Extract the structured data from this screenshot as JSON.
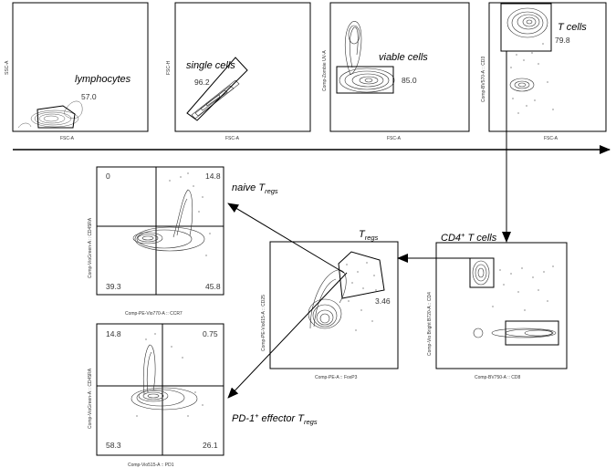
{
  "plots": [
    {
      "id": "lymphocytes",
      "x_axis": "FSC-A",
      "y_axis": "SSC-A",
      "gate_label": "lymphocytes",
      "percent": "57.0"
    },
    {
      "id": "single-cells",
      "x_axis": "FSC-A",
      "y_axis": "FSC-H",
      "gate_label": "single cells",
      "percent": "96.2"
    },
    {
      "id": "viable-cells",
      "x_axis": "FSC-A",
      "y_axis": "Comp-Zombie UV-A",
      "gate_label": "viable cells",
      "percent": "85.0"
    },
    {
      "id": "t-cells",
      "x_axis": "FSC-A",
      "y_axis": "Comp-BV570-A :: CD3",
      "gate_label": "T cells",
      "percent": "79.8"
    },
    {
      "id": "cd4-t-cells",
      "x_axis": "Comp-BV750-A :: CD8",
      "y_axis": "Comp-Vio Bright B720-A :: CD4",
      "gate_label": "CD4",
      "gate_label_sup": "+",
      "gate_label_suffix": " T cells"
    },
    {
      "id": "tregs",
      "x_axis": "Comp-PE-A :: FoxP3",
      "y_axis": "Comp-PE-Vio615-A :: CD25",
      "gate_label": "T",
      "gate_label_sub": "regs",
      "percent": "3.46"
    },
    {
      "id": "naive-tregs",
      "x_axis": "Comp-PE-Vio770-A :: CCR7",
      "y_axis": "Comp-VioGreen-A :: CD45RA",
      "gate_label": "naive T",
      "gate_label_sub": "regs",
      "quadrants": {
        "tl": "0",
        "tr": "14.8",
        "bl": "39.3",
        "br": "45.8"
      }
    },
    {
      "id": "pd1-effector-tregs",
      "x_axis": "Comp-Vio515-A :: PD1",
      "y_axis": "Comp-VioGreen-A :: CD45RA",
      "gate_label": "PD-1",
      "gate_label_sup": "+",
      "gate_label_mid": " effector T",
      "gate_label_sub": "regs",
      "quadrants": {
        "tl": "14.8",
        "tr": "0.75",
        "bl": "58.3",
        "br": "26.1"
      }
    }
  ]
}
